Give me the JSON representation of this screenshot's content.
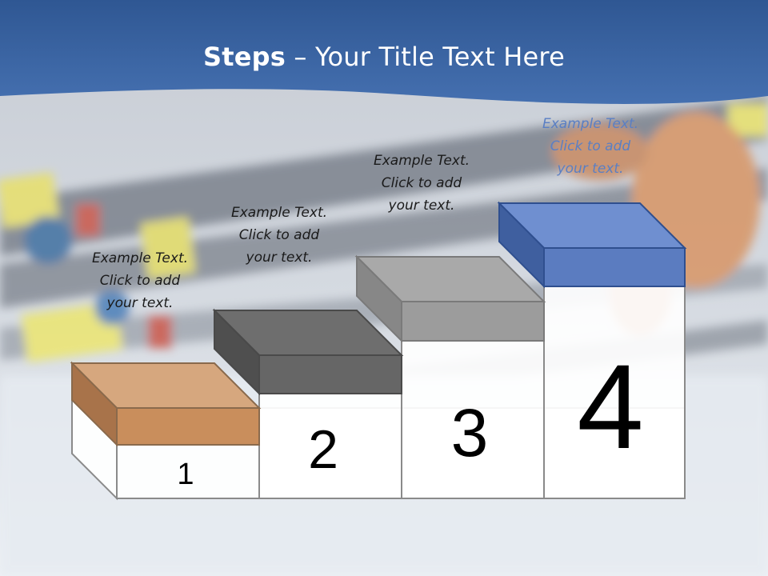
{
  "slide": {
    "title_bold": "Steps",
    "title_rest": " – Your Title Text Here",
    "colors": {
      "header": "#3a64a3",
      "step1": "#c98e5c",
      "step2": "#6b6b6b",
      "step3": "#9c9c9c",
      "step4": "#5b7cc0"
    },
    "steps": [
      {
        "number": "1",
        "caption": [
          "Example Text.",
          "Click  to add",
          "your text."
        ]
      },
      {
        "number": "2",
        "caption": [
          "Example Text.",
          "Click  to add",
          "your text."
        ]
      },
      {
        "number": "3",
        "caption": [
          "Example Text.",
          "Click  to add",
          "your text."
        ]
      },
      {
        "number": "4",
        "caption": [
          "Example Text.",
          "Click  to add",
          "your text."
        ]
      }
    ]
  }
}
